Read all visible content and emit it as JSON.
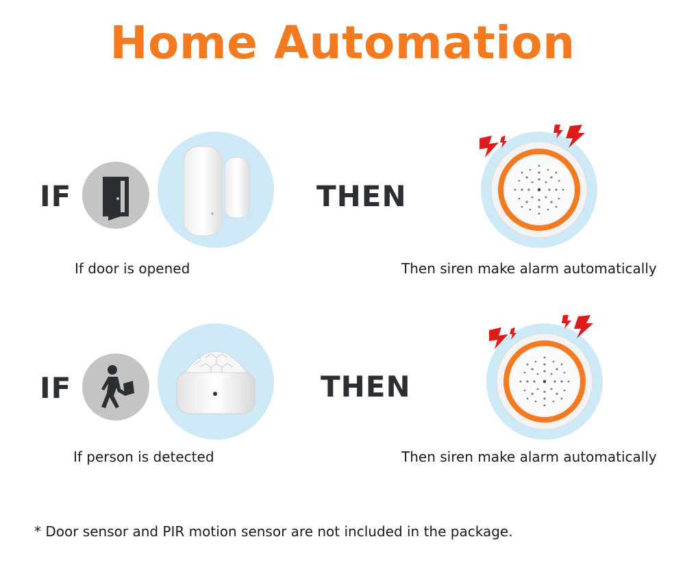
{
  "title": "Home Automation",
  "rows": [
    {
      "if_label": "IF",
      "then_label": "THEN",
      "condition_caption": "If door is opened",
      "result_caption": "Then siren make alarm automatically",
      "condition_icon": "door-icon",
      "condition_product": "door-sensor",
      "result_product": "siren-alarm"
    },
    {
      "if_label": "IF",
      "then_label": "THEN",
      "condition_caption": "If person is detected",
      "result_caption": "Then siren make alarm automatically",
      "condition_icon": "person-walking-icon",
      "condition_product": "pir-motion-sensor",
      "result_product": "siren-alarm"
    }
  ],
  "footnote": "* Door sensor and PIR motion sensor are not included in the package.",
  "colors": {
    "title": "#f47a20",
    "label": "#2b2f33",
    "icon_circle": "#c4c4c4",
    "product_circle": "#cde9f6",
    "siren_ring": "#f47a20",
    "lightning": "#e01b1b"
  }
}
